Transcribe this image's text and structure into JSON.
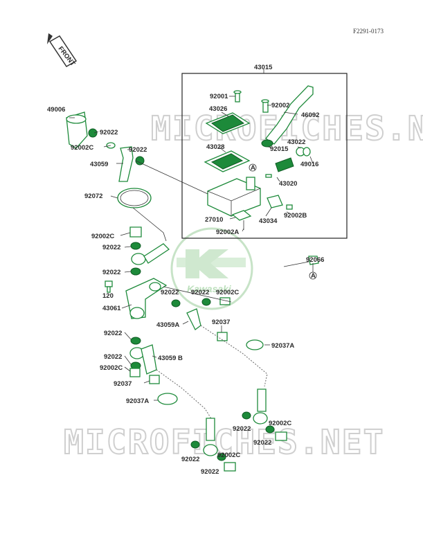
{
  "diagram_code": "F2291-0173",
  "front_label": "FRONT",
  "watermark": "MICROFICHES.NET",
  "brand": "Kawasaki",
  "assembly_label": "43015",
  "marker": "A",
  "parts": [
    {
      "id": "43015"
    },
    {
      "id": "92001"
    },
    {
      "id": "92002"
    },
    {
      "id": "46092"
    },
    {
      "id": "43026"
    },
    {
      "id": "43028"
    },
    {
      "id": "92015"
    },
    {
      "id": "43022"
    },
    {
      "id": "49016"
    },
    {
      "id": "43020"
    },
    {
      "id": "27010"
    },
    {
      "id": "43034"
    },
    {
      "id": "92002B"
    },
    {
      "id": "92002A"
    },
    {
      "id": "49006"
    },
    {
      "id": "92022"
    },
    {
      "id": "92002C"
    },
    {
      "id": "43059"
    },
    {
      "id": "92072"
    },
    {
      "id": "92066"
    },
    {
      "id": "120"
    },
    {
      "id": "43061"
    },
    {
      "id": "43059A"
    },
    {
      "id": "92037"
    },
    {
      "id": "92037A"
    },
    {
      "id": "43059 B"
    }
  ]
}
